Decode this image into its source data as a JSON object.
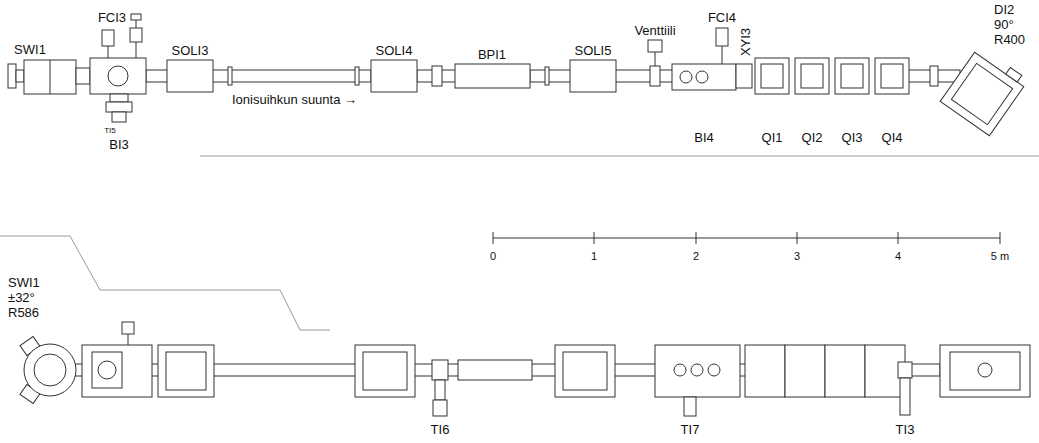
{
  "diagram": {
    "labels": [
      "SWI1",
      "FCI3",
      "SOLI3",
      "SOLI4",
      "BPI1",
      "SOLI5",
      "Venttiili",
      "FCI4",
      "XYI3",
      "DI2 90° R400",
      "TI5",
      "Ionisuihkun suunta →",
      "BI3",
      "BI4",
      "QI1",
      "QI2",
      "QI3",
      "QI4",
      "0",
      "1",
      "2",
      "3",
      "4",
      "5 m",
      "SWI1 ±32° R586",
      "TI6",
      "TI7",
      "TI3"
    ]
  }
}
